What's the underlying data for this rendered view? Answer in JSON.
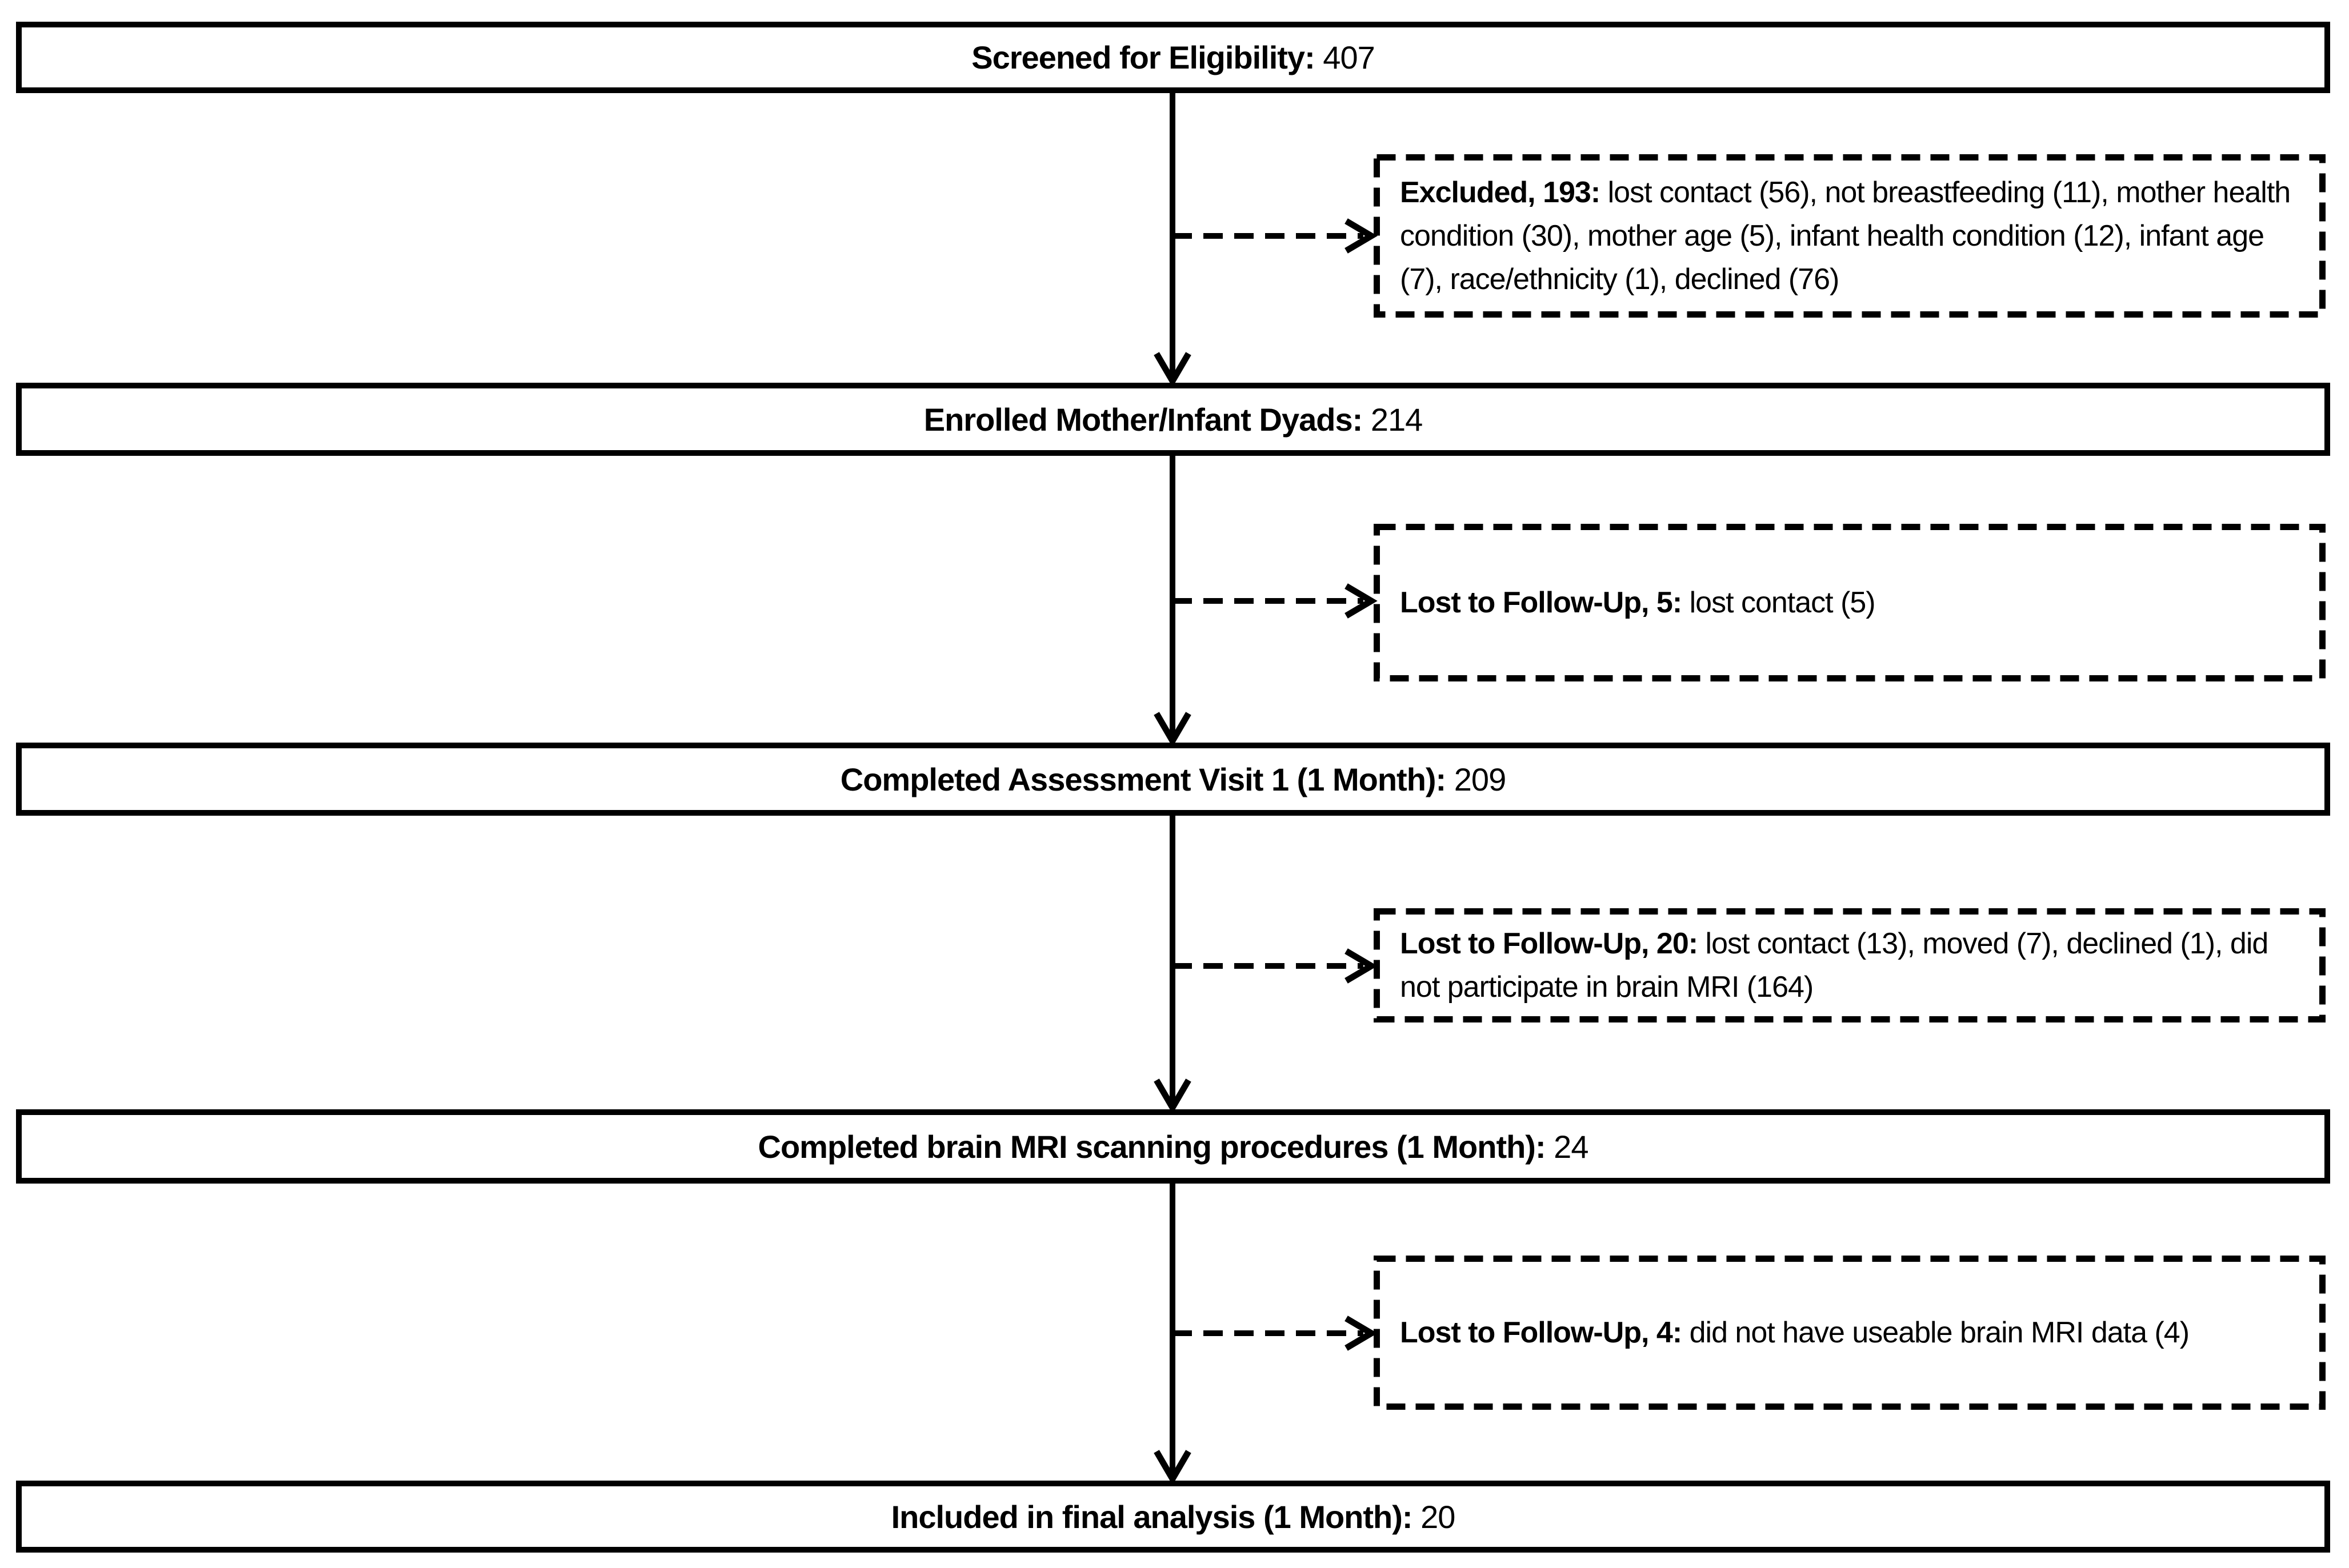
{
  "main_boxes": [
    {
      "label": "Screened for Eligibility:",
      "value": "407"
    },
    {
      "label": "Enrolled Mother/Infant Dyads:",
      "value": "214"
    },
    {
      "label": "Completed Assessment Visit 1 (1 Month):",
      "value": "209"
    },
    {
      "label": "Completed brain MRI scanning procedures (1 Month):",
      "value": "24"
    },
    {
      "label": "Included in final analysis (1 Month):",
      "value": "20"
    }
  ],
  "side_boxes": [
    {
      "label": "Excluded, 193:",
      "detail": "lost contact (56), not breastfeeding (11), mother health condition (30), mother age (5), infant health condition (12), infant age (7), race/ethnicity (1), declined (76)"
    },
    {
      "label": "Lost to Follow-Up, 5:",
      "detail": "lost contact (5)"
    },
    {
      "label": "Lost to Follow-Up, 20:",
      "detail": "lost contact (13), moved (7), declined (1), did not participate in brain MRI (164)"
    },
    {
      "label": "Lost to Follow-Up, 4:",
      "detail": "did not have useable brain MRI data (4)"
    }
  ],
  "colors": {
    "ink": "#000000",
    "paper": "#ffffff"
  }
}
